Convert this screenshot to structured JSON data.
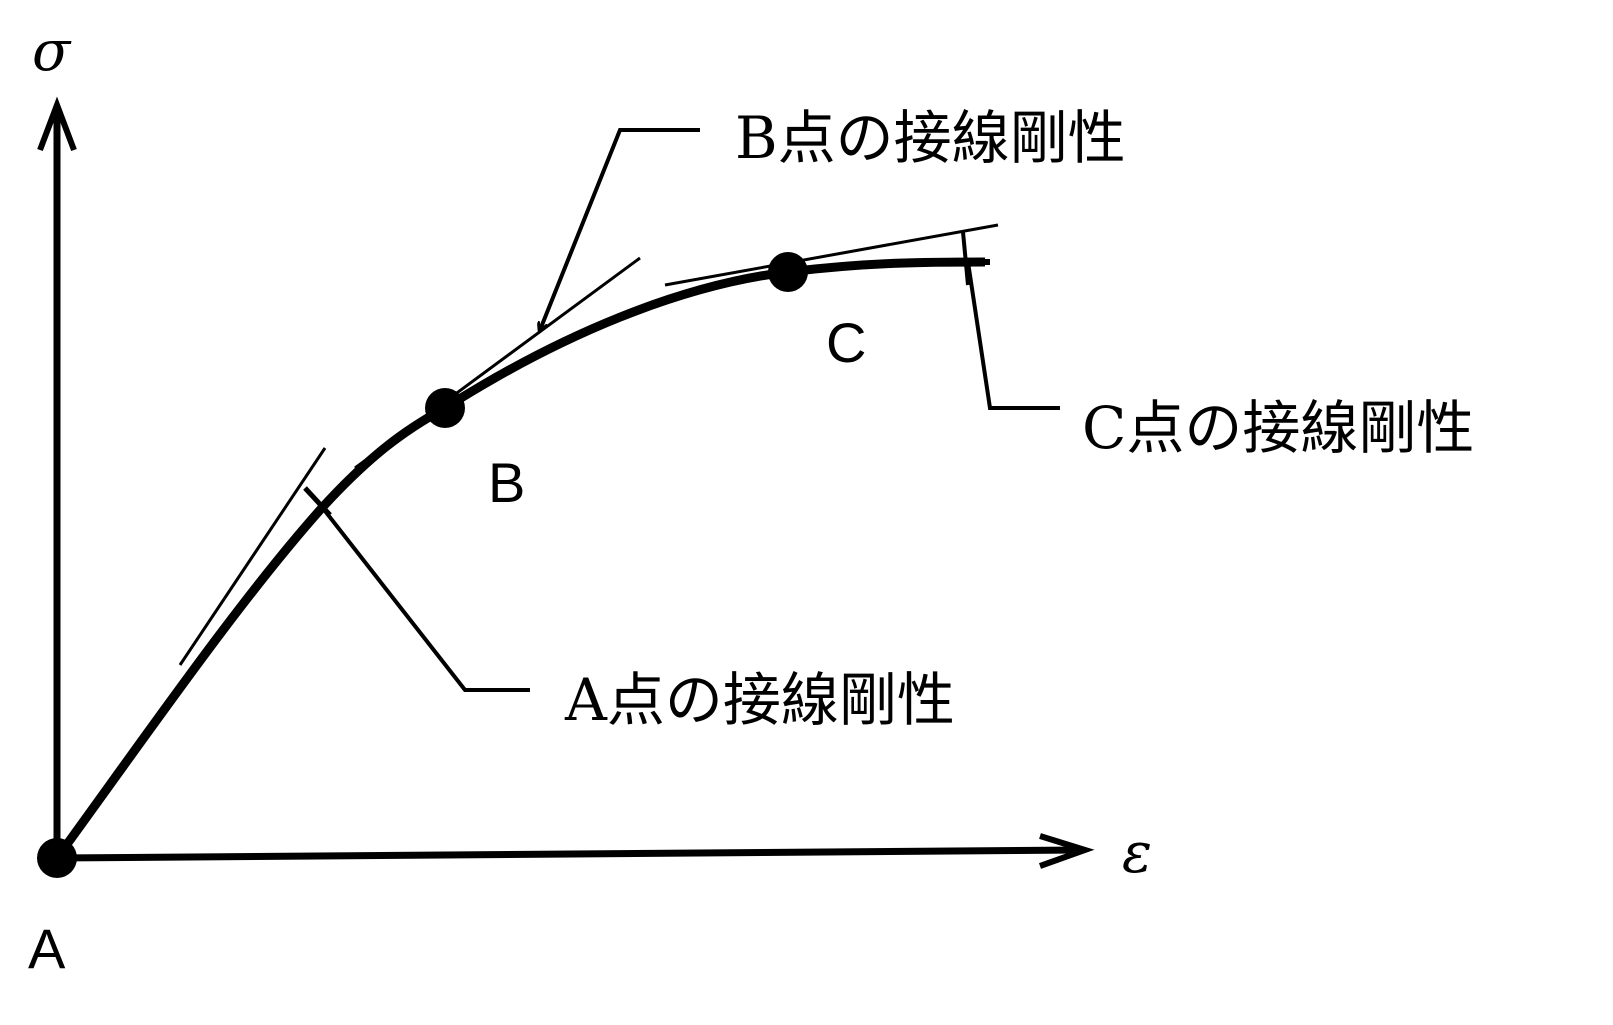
{
  "axes": {
    "y_label": "σ",
    "x_label": "ε"
  },
  "points": {
    "a": "A",
    "b": "B",
    "c": "C"
  },
  "annotations": {
    "a_tangent": "A点の接線剛性",
    "b_tangent": "B点の接線剛性",
    "c_tangent": "C点の接線剛性"
  },
  "colors": {
    "ink": "#000000",
    "background": "#ffffff"
  }
}
